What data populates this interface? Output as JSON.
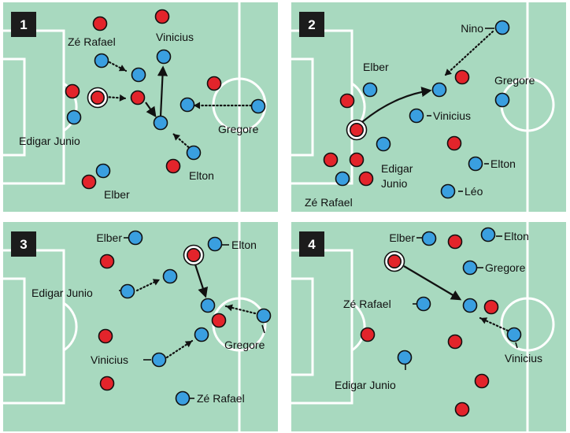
{
  "colors": {
    "pitch": "#a8d9bf",
    "lines": "#ffffff",
    "red_player": "#e3242b",
    "blue_player": "#3a9fe0",
    "outline": "#111111",
    "badge": "#1c1c1c"
  },
  "panels": [
    {
      "number": "1",
      "labels": [
        {
          "id": "ze-rafael",
          "text": "Zé Rafael"
        },
        {
          "id": "vinicius",
          "text": "Vinicius"
        },
        {
          "id": "edigar-junio",
          "text": "Edigar Junio"
        },
        {
          "id": "gregore",
          "text": "Gregore"
        },
        {
          "id": "elton",
          "text": "Elton"
        },
        {
          "id": "elber",
          "text": "Elber"
        }
      ]
    },
    {
      "number": "2",
      "labels": [
        {
          "id": "nino",
          "text": "Nino"
        },
        {
          "id": "elber",
          "text": "Elber"
        },
        {
          "id": "gregore",
          "text": "Gregore"
        },
        {
          "id": "vinicius",
          "text": "Vinicius"
        },
        {
          "id": "edigar-junio-1",
          "text": "Edigar"
        },
        {
          "id": "edigar-junio-2",
          "text": "Junio"
        },
        {
          "id": "elton",
          "text": "Elton"
        },
        {
          "id": "ze-rafael",
          "text": "Zé Rafael"
        },
        {
          "id": "leo",
          "text": "Léo"
        }
      ]
    },
    {
      "number": "3",
      "labels": [
        {
          "id": "elber",
          "text": "Elber"
        },
        {
          "id": "elton",
          "text": "Elton"
        },
        {
          "id": "edigar-junio",
          "text": "Edigar Junio"
        },
        {
          "id": "gregore",
          "text": "Gregore"
        },
        {
          "id": "vinicius",
          "text": "Vinicius"
        },
        {
          "id": "ze-rafael",
          "text": "Zé Rafael"
        }
      ]
    },
    {
      "number": "4",
      "labels": [
        {
          "id": "elber",
          "text": "Elber"
        },
        {
          "id": "elton",
          "text": "Elton"
        },
        {
          "id": "gregore",
          "text": "Gregore"
        },
        {
          "id": "ze-rafael",
          "text": "Zé Rafael"
        },
        {
          "id": "vinicius",
          "text": "Vinicius"
        },
        {
          "id": "edigar-junio",
          "text": "Edigar Junio"
        }
      ]
    }
  ]
}
